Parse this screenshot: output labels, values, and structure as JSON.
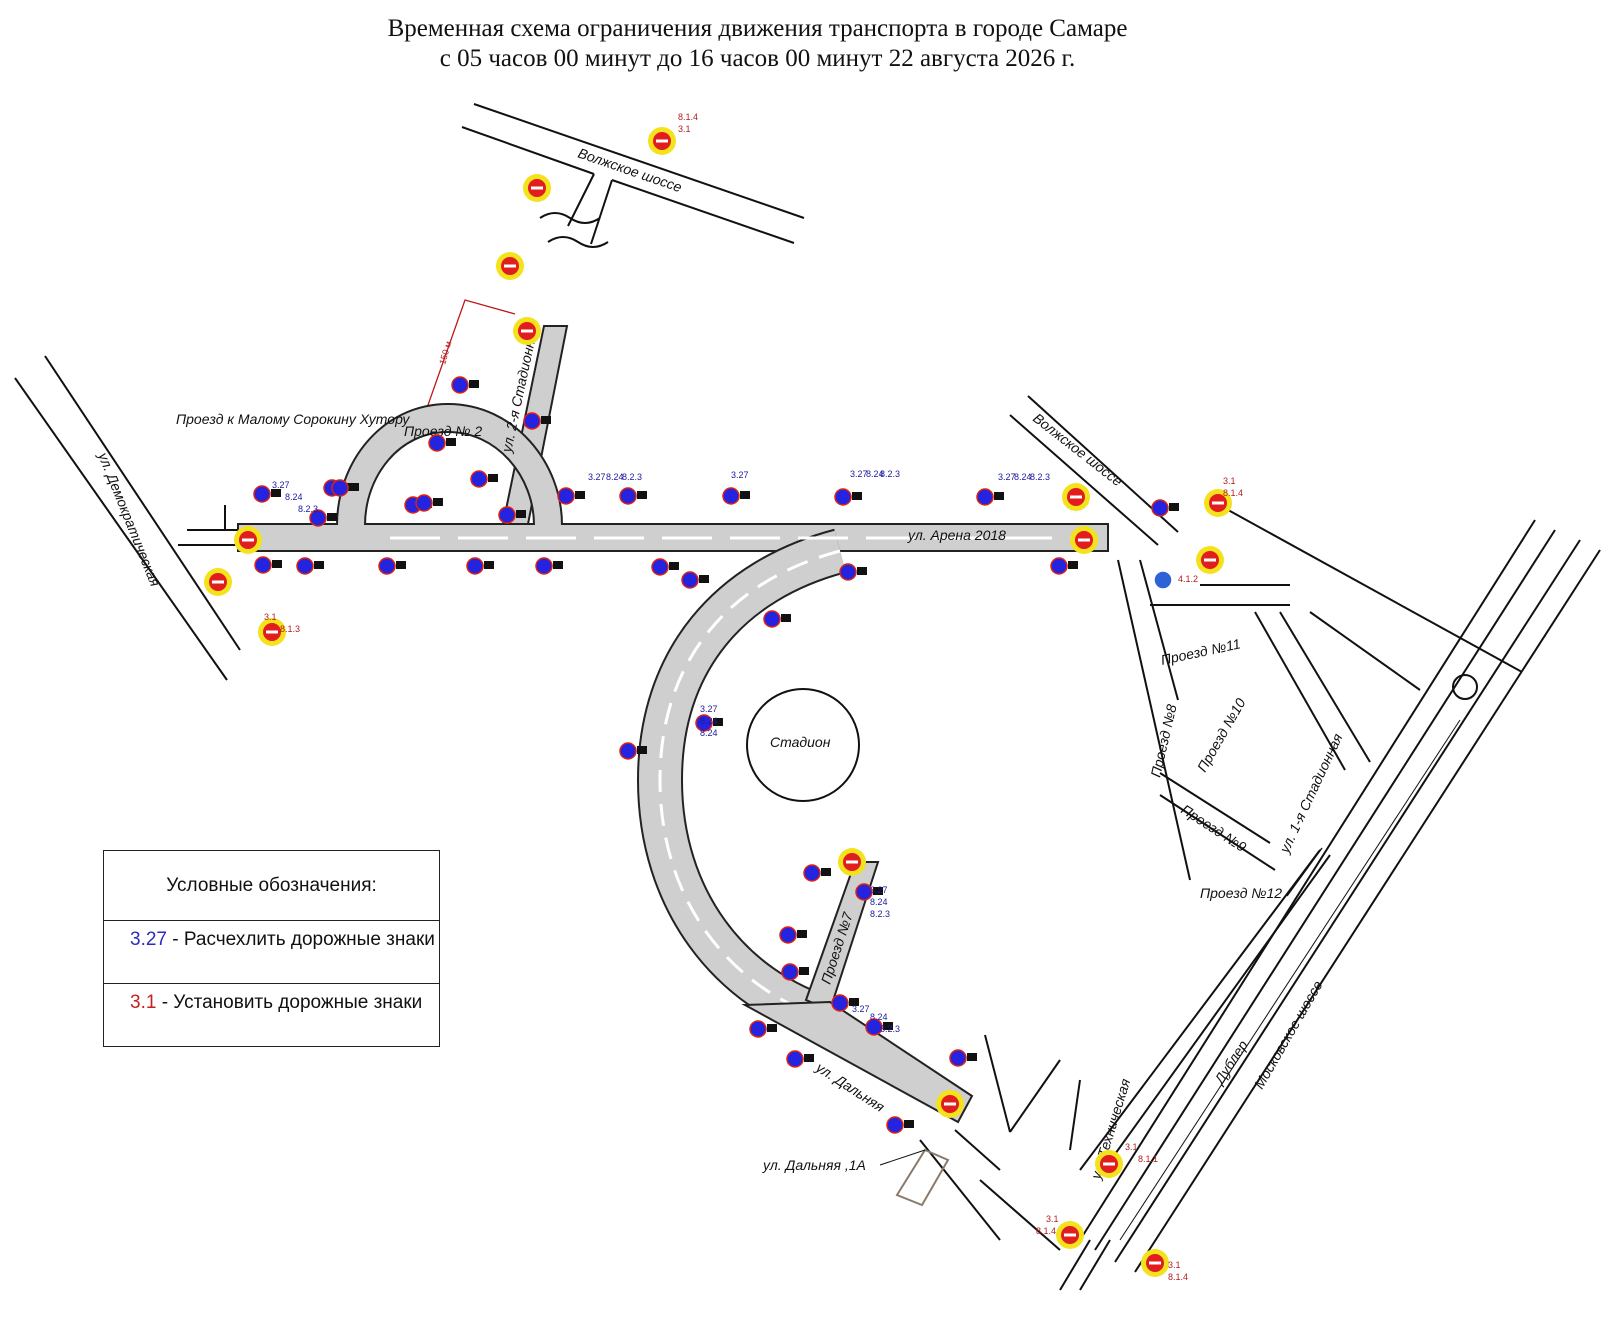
{
  "title": {
    "line1": "Временная схема ограничения движения транспорта в городе Самаре",
    "line2": "с 05 часов 00 минут до 16 часов 00 минут 22 августа 2026 г."
  },
  "streets": {
    "volzhskoe_top": "Волжское шоссе",
    "volzhskoe_right": "Волжское шоссе",
    "stadionnaya_2": "ул. 2-я Стадионная",
    "proezd2": "Проезд № 2",
    "proezd_malomu": "Проезд к Малому Сорокину Хутору",
    "demokraticheskaya": "ул. Демократическая",
    "arena": "ул. Арена 2018",
    "stadion": "Стадион",
    "proezd11": "Проезд №11",
    "proezd8": "Проезд №8",
    "proezd10": "Проезд №10",
    "proezd9": "Проезд №9",
    "stadionnaya_1": "ул. 1-я Стадионная",
    "proezd12": "Проезд №12",
    "proezd7": "Проезд №7",
    "dalnyaya": "ул. Дальняя",
    "dalnyaya_1a": "ул. Дальняя ,1А",
    "tekhnicheskaya": "ул. Техническая",
    "dubler": "Дублер",
    "moskovskoe": "Московское шоссе",
    "dist_150": "150 м"
  },
  "sign_codes": {
    "c327": "3.27",
    "c824": "8.24",
    "c823": "8.2.3",
    "c31": "3.1",
    "c814": "8.1.4",
    "c813": "8.1.3",
    "c811": "8.1.1",
    "c412": "4.1.2"
  },
  "legend": {
    "heading": "Условные обозначения:",
    "items": [
      {
        "code": "3.27",
        "text": " - Расчехлить дорожные знаки",
        "color": "#2b2bbf"
      },
      {
        "code": "3.1",
        "text": " - Установить дорожные знаки",
        "color": "#c62020"
      }
    ]
  },
  "colors": {
    "road_fill": "#cfcfcf",
    "sign_blue": "#2323e0",
    "sign_red": "#e11d1d",
    "sign_yellow": "#f3e21c"
  },
  "icons": {
    "no_stopping": "no-stopping-sign-icon",
    "no_entry": "no-entry-sign-icon",
    "straight_only": "straight-ahead-sign-icon",
    "tow_truck": "tow-truck-plate-icon"
  }
}
